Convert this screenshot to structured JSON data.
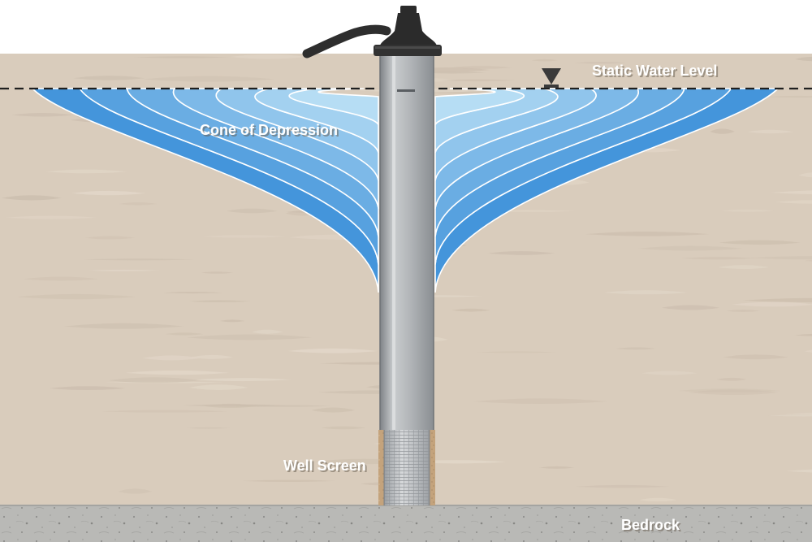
{
  "labels": {
    "static_water_level": "Static Water Level",
    "cone_of_depression": "Cone of Depression",
    "well_screen": "Well Screen",
    "bedrock": "Bedrock"
  },
  "colors": {
    "soil": "#d9ccbc",
    "soil_streak": "#cbbdad",
    "water_light": "#bfe3f6",
    "water_dark": "#3b8fd9",
    "casing": "#a9adb1",
    "casing_cap": "#2b2b2b",
    "bedrock": "#b9b9b6",
    "well_sand": "#bf9e78",
    "label": "#ffffff"
  },
  "cone_bands": 7,
  "icons": {
    "water_level_marker": "inverted-triangle",
    "pump_head": "pump-cap",
    "discharge_pipe": "pipe"
  }
}
